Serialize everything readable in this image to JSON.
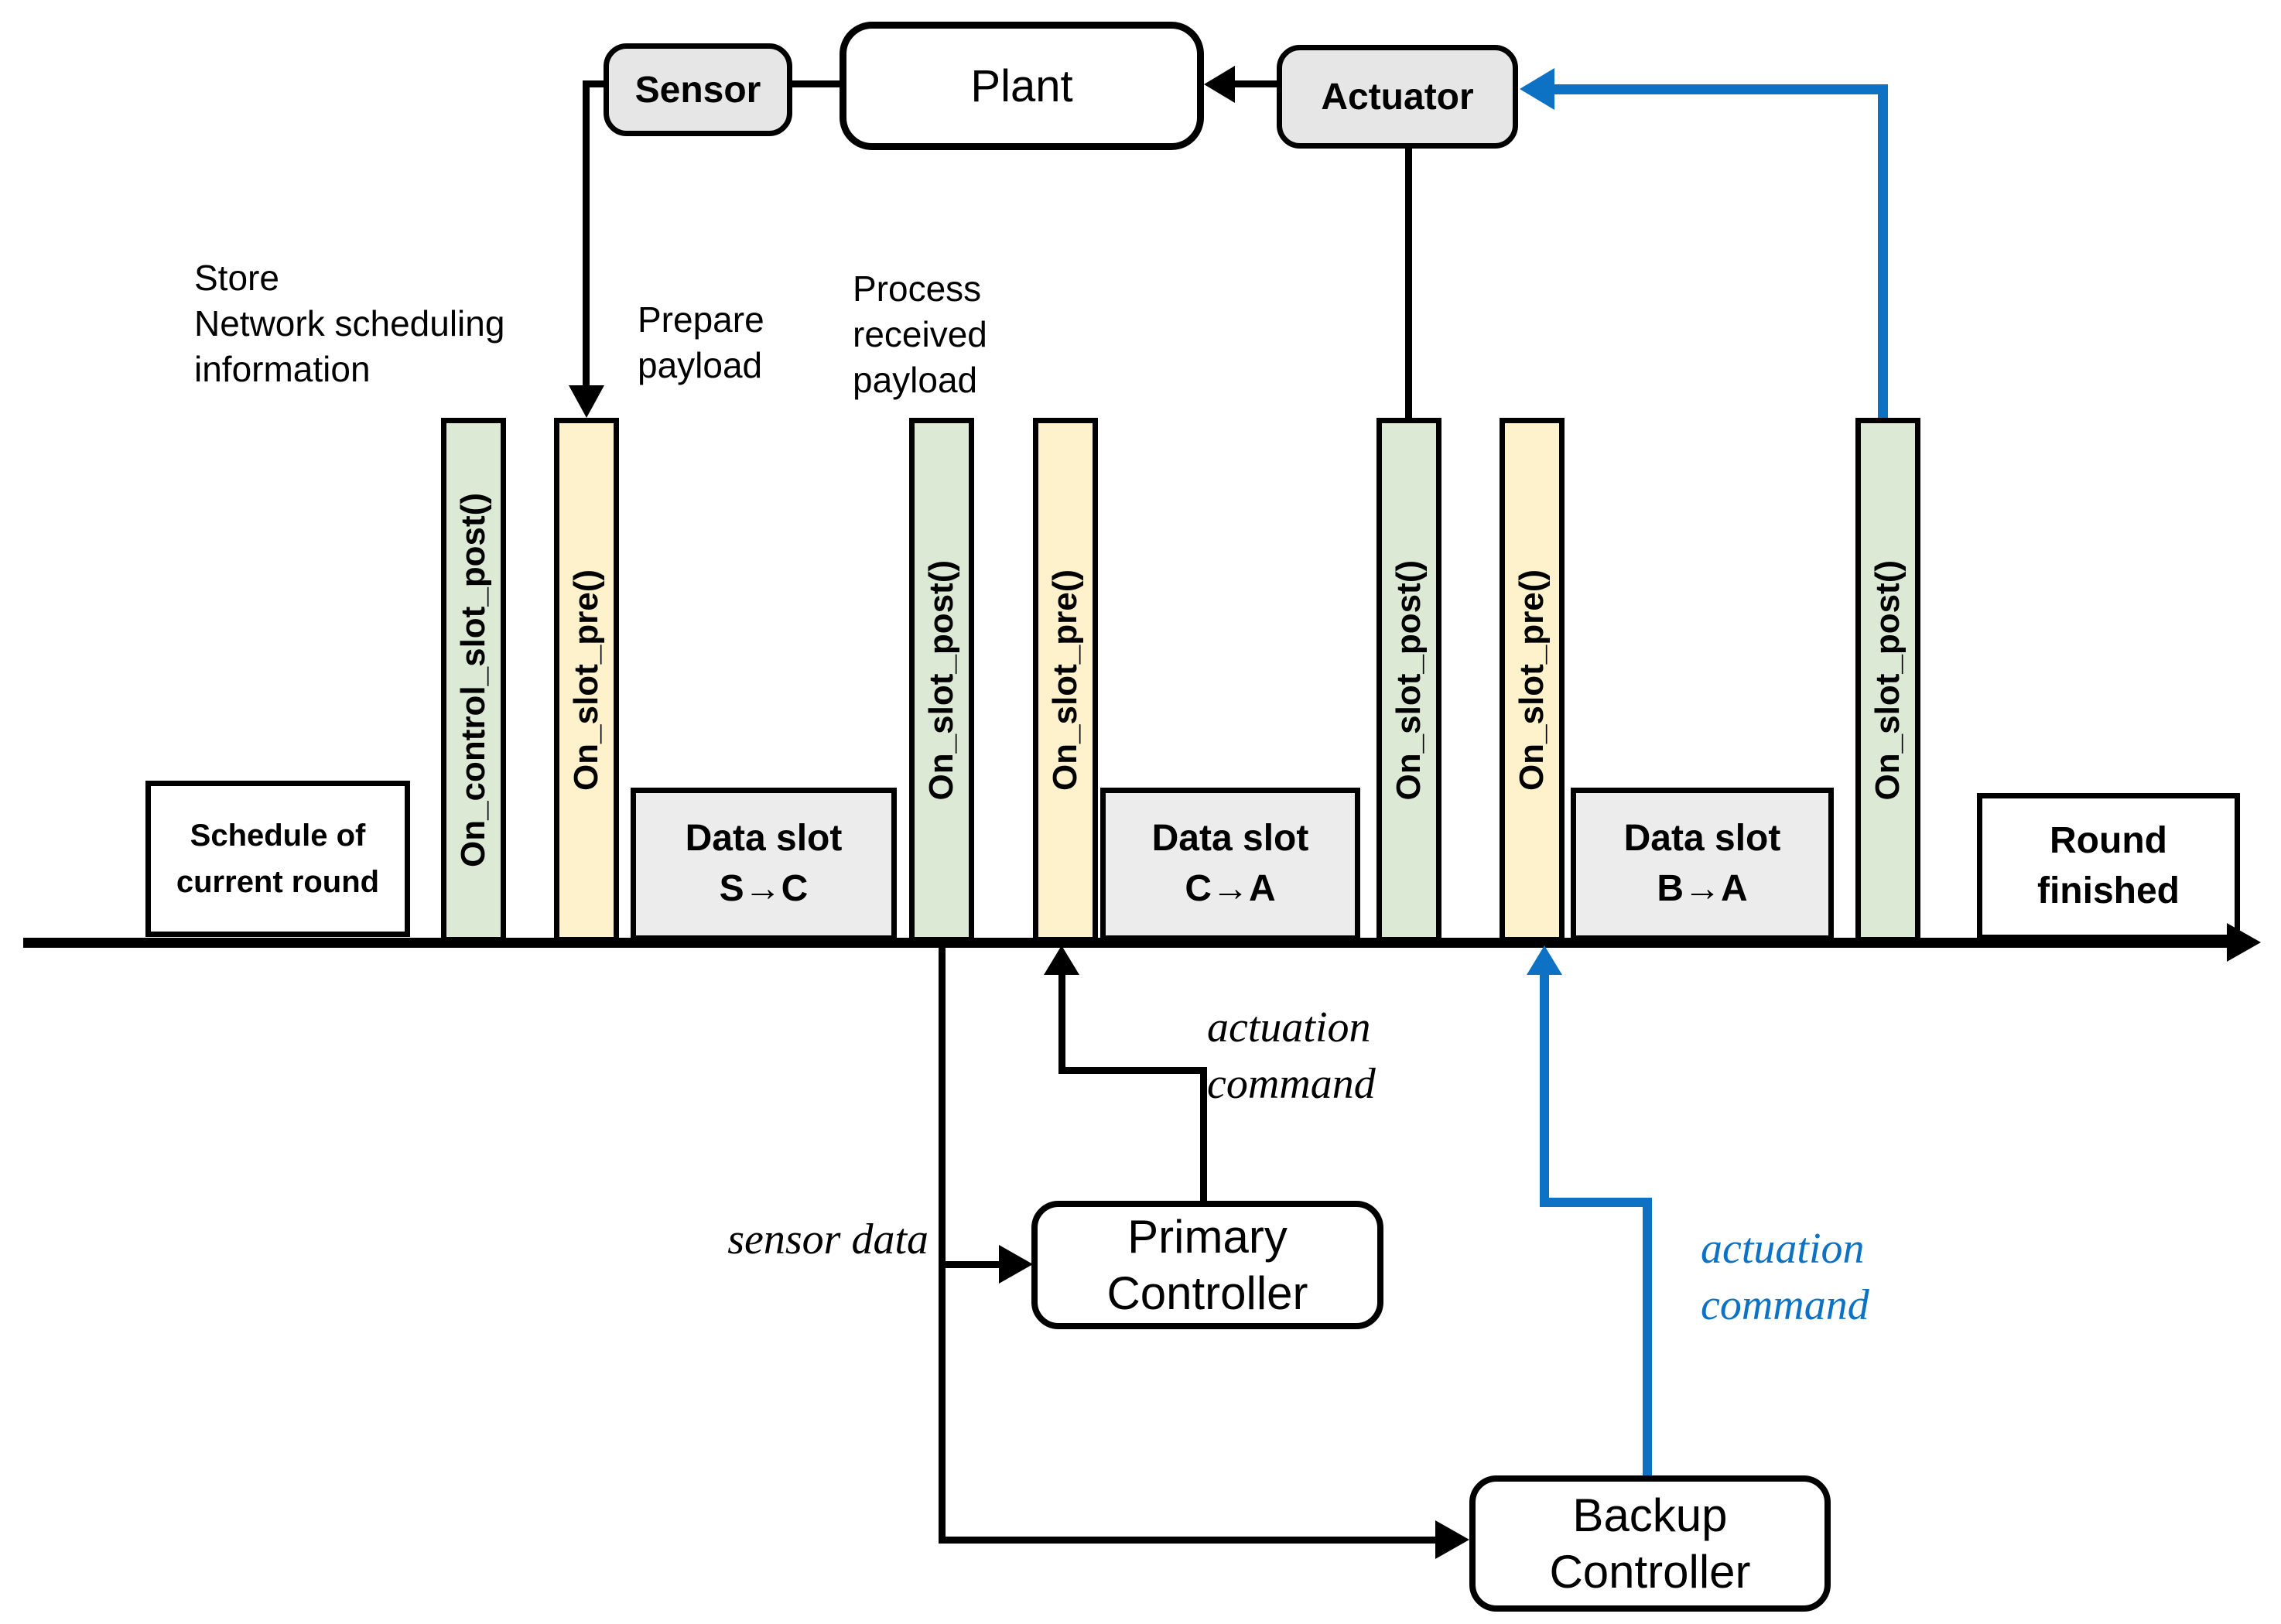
{
  "colors": {
    "green_slot": "#dce9d5",
    "yellow_slot": "#fdf2cc",
    "gray_slot": "#ececec",
    "node_gray": "#e6e6e6",
    "blue": "#0d72c4",
    "black": "#000000"
  },
  "nodes": {
    "sensor": "Sensor",
    "plant": "Plant",
    "actuator": "Actuator",
    "primary_controller": "Primary\nController",
    "backup_controller": "Backup\nController"
  },
  "annotations": {
    "store": "Store\nNetwork scheduling\ninformation",
    "prepare": "Prepare\npayload",
    "process": "Process\nreceived\npayload",
    "sensor_data": "sensor data",
    "actuation_primary": "actuation\ncommand",
    "actuation_backup": "actuation\ncommand"
  },
  "timeline": {
    "schedule_box": "Schedule of\ncurrent round",
    "round_finished": "Round\nfinished",
    "slots": [
      {
        "type": "green",
        "label": "On_control_slot_post()"
      },
      {
        "type": "yellow",
        "label": "On_slot_pre()"
      },
      {
        "type": "green",
        "label": "On_slot_post()"
      },
      {
        "type": "yellow",
        "label": "On_slot_pre()"
      },
      {
        "type": "green",
        "label": "On_slot_post()"
      },
      {
        "type": "yellow",
        "label": "On_slot_pre()"
      },
      {
        "type": "green",
        "label": "On_slot_post()"
      }
    ],
    "data_slots": [
      {
        "label": "Data slot\nS→C"
      },
      {
        "label": "Data slot\nC→A"
      },
      {
        "label": "Data slot\nB→A"
      }
    ]
  }
}
